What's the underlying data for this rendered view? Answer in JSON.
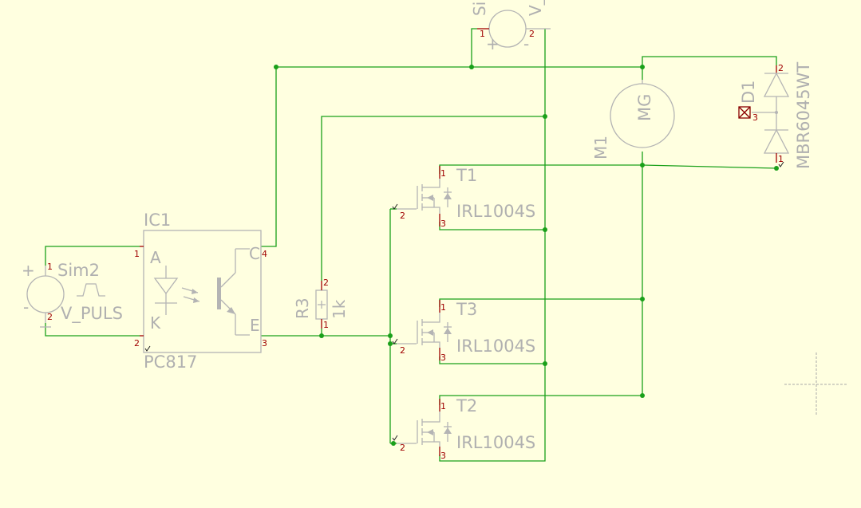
{
  "schematic": {
    "components": {
      "sim1": {
        "ref": "Si",
        "value": "V_",
        "pins": [
          "1",
          "2"
        ]
      },
      "sim2": {
        "ref": "Sim2",
        "value": "V_PULS",
        "pins": [
          "1",
          "2"
        ]
      },
      "ic1": {
        "ref": "IC1",
        "value": "PC817",
        "pin_labels": [
          "A",
          "K",
          "C",
          "E"
        ],
        "pins": [
          "1",
          "2",
          "4",
          "3"
        ]
      },
      "r3": {
        "ref": "R3",
        "value": "1k",
        "pins": [
          "2",
          "1"
        ]
      },
      "t1": {
        "ref": "T1",
        "value": "IRL1004S",
        "pins": [
          "1",
          "2",
          "3"
        ]
      },
      "t3": {
        "ref": "T3",
        "value": "IRL1004S",
        "pins": [
          "1",
          "2",
          "3"
        ]
      },
      "t2": {
        "ref": "T2",
        "value": "IRL1004S",
        "pins": [
          "1",
          "2",
          "3"
        ]
      },
      "m1": {
        "ref": "M1",
        "value": "MG"
      },
      "d1": {
        "ref": "D1",
        "value": "MBR6045WT",
        "pins": [
          "2",
          "3",
          "1"
        ]
      }
    },
    "polarity": {
      "plus": "+",
      "minus": "-"
    },
    "colors": {
      "background": "#ffffe0",
      "wire": "#1aa01a",
      "symbol": "#b4b4b4",
      "pin_number": "#a00000"
    }
  }
}
